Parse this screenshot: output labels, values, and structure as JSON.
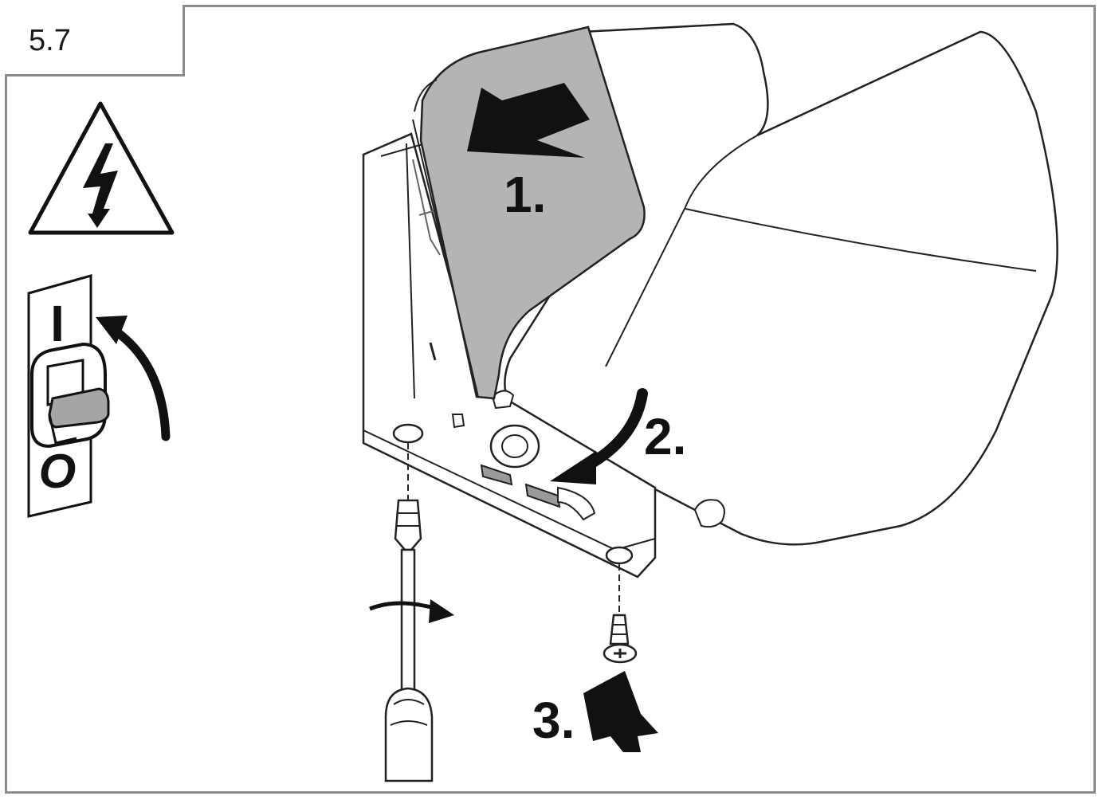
{
  "figure": {
    "step_number": "5.7",
    "switch_on_label": "I",
    "switch_off_label": "O",
    "step_1_label": "1.",
    "step_2_label": "2.",
    "step_3_label": "3."
  },
  "icons": {
    "warning": "high-voltage-warning-icon",
    "switch": "circuit-breaker-switch-icon"
  },
  "colors": {
    "cover": "#b4b4b4",
    "frame": "#8c8c8c",
    "arrow": "#111111"
  }
}
